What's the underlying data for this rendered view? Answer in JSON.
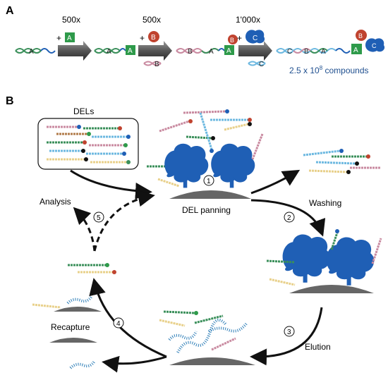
{
  "panels": {
    "a": {
      "letter": "A",
      "steps": [
        {
          "mult": "500x",
          "plus": "+",
          "block": "A",
          "block_shape": "square",
          "block_color": "#2e9a4a"
        },
        {
          "mult": "500x",
          "plus": "+",
          "block": "B",
          "block_shape": "circle",
          "block_color": "#c0432f"
        },
        {
          "mult": "1'000x",
          "plus": "+",
          "block": "C",
          "block_shape": "blob",
          "block_color": "#1f5fb5"
        }
      ],
      "dna_labels": {
        "a": "A",
        "b": "B",
        "c": "C"
      },
      "library_size": "2.5 x 10",
      "library_size_exp": "8",
      "library_size_unit": " compounds"
    },
    "b": {
      "letter": "B",
      "library_box_title": "DELs",
      "labels": {
        "panning": "DEL panning",
        "washing": "Washing",
        "elution": "Elution",
        "recapture": "Recapture",
        "analysis": "Analysis"
      },
      "step_numbers": [
        "1",
        "2",
        "3",
        "4",
        "5"
      ]
    }
  },
  "colors": {
    "protein": "#1f5fb5",
    "surface": "#666666",
    "arrow": "#111111",
    "dna_green": "#3a8f5a",
    "dna_blue": "#2f7fb8",
    "highlight_text": "#1f4f8f"
  }
}
